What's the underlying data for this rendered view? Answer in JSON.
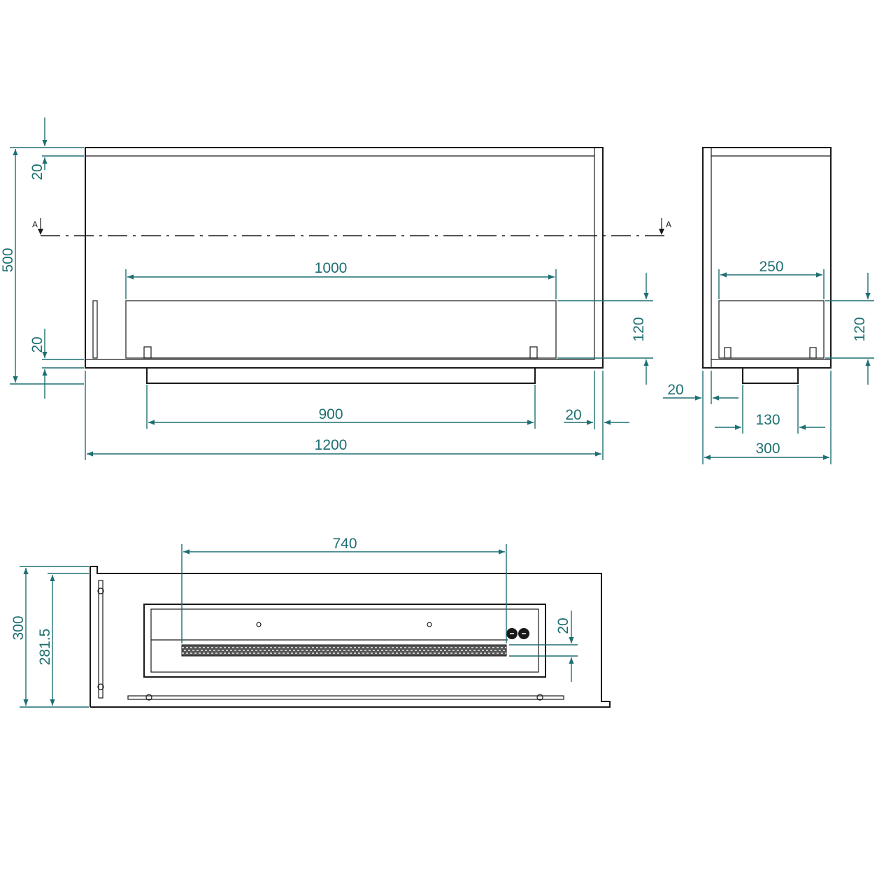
{
  "colors": {
    "dimension": "#1e6f72",
    "outline": "#1a1a1a",
    "background": "#ffffff"
  },
  "section_mark": "A",
  "front_view": {
    "height_total": "500",
    "top_frame": "20",
    "bottom_frame": "20",
    "burner_width": "1000",
    "burner_height": "120",
    "base_width": "900",
    "side_offset": "20",
    "width_total": "1200"
  },
  "side_view": {
    "inner_width": "250",
    "burner_height": "120",
    "wall": "20",
    "base_width": "130",
    "depth_total": "300"
  },
  "top_view": {
    "opening_width": "740",
    "depth_total": "300",
    "depth_inner": "281.5",
    "slot": "20"
  }
}
